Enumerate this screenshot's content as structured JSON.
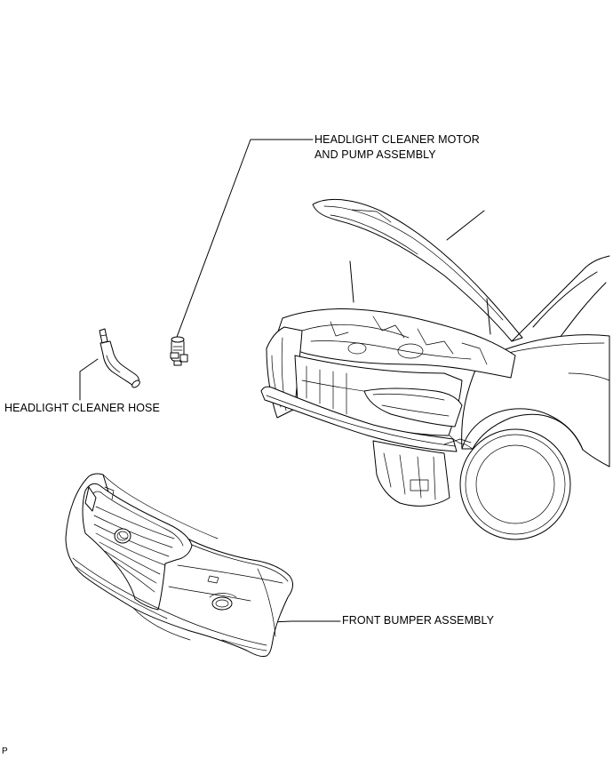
{
  "labels": {
    "motor_pump_line1": "HEADLIGHT CLEANER MOTOR",
    "motor_pump_line2": "AND PUMP ASSEMBLY",
    "hose": "HEADLIGHT CLEANER HOSE",
    "bumper": "FRONT BUMPER ASSEMBLY",
    "illustration_code": "P"
  },
  "colors": {
    "line": "#000000",
    "background": "#ffffff"
  }
}
